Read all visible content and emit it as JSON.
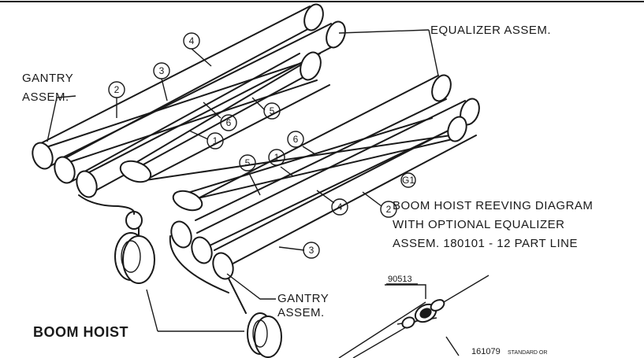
{
  "labels": {
    "gantry_top_line1": "GANTRY",
    "gantry_top_line2": "ASSEM.",
    "equalizer": "EQUALIZER ASSEM.",
    "figure_id": "G1",
    "caption_line1": "BOOM HOIST REEVING DIAGRAM",
    "caption_line2": "WITH OPTIONAL EQUALIZER",
    "caption_line3": "ASSEM. 180101 - 12 PART LINE",
    "gantry_bottom_line1": "GANTRY",
    "gantry_bottom_line2": "ASSEM.",
    "part_90513": "90513",
    "boom_hoist": "BOOM HOIST",
    "part_161079": "161079",
    "standard_text": "STANDARD OR"
  },
  "line_callouts": {
    "c4_upper": "4",
    "c3_upper": "3",
    "c2_upper": "2",
    "c6_upper": "6",
    "c5_upper": "5",
    "c1_upper": "1",
    "c5_lower": "5",
    "c1_lower": "1",
    "c6_lower": "6",
    "c4_lower": "4",
    "c2_lower": "2",
    "c3_lower": "3"
  }
}
